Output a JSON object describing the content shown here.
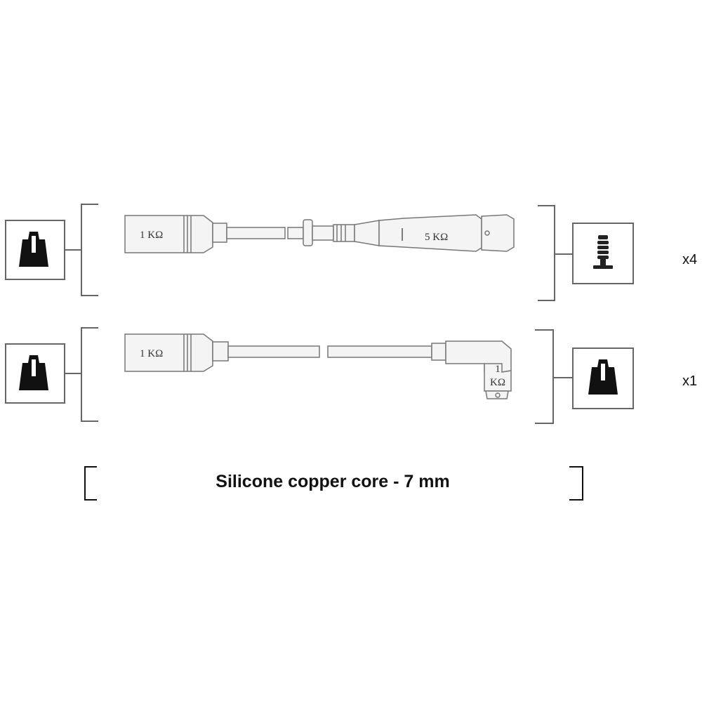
{
  "cables": [
    {
      "resistor_left": "1 KΩ",
      "resistor_right": "5 KΩ",
      "left_connector": "coil-terminal-boot",
      "right_connector": "threaded-plug-terminal",
      "quantity": "x4"
    },
    {
      "resistor_left": "1 KΩ",
      "resistor_right_line1": "1",
      "resistor_right_line2": "KΩ",
      "left_connector": "coil-terminal-boot",
      "right_connector": "coil-terminal-boot",
      "quantity": "x1"
    }
  ],
  "caption": "Silicone copper core - 7 mm",
  "colors": {
    "line": "#666666",
    "cable_fill": "#f4f4f4",
    "connector_fill": "#111111"
  }
}
